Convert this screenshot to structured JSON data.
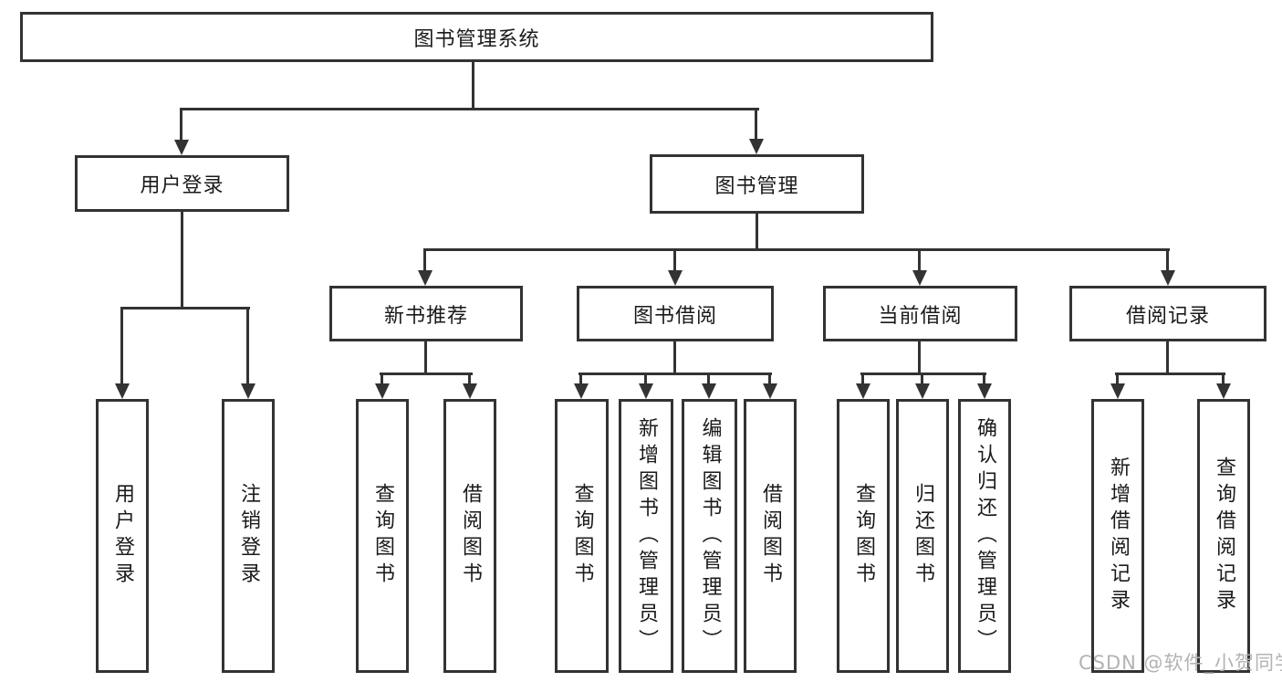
{
  "diagram": {
    "title": "图书管理系统",
    "watermark": "CSDN @软件_小贺同学",
    "colors": {
      "line": "#333333",
      "text": "#1a1a1a",
      "watermark": "#b3b3b3"
    },
    "nodes": {
      "root": {
        "label": "图书管理系统"
      },
      "user_login": {
        "label": "用户登录"
      },
      "book_mgmt": {
        "label": "图书管理"
      },
      "new_book_rec": {
        "label": "新书推荐"
      },
      "book_borrow": {
        "label": "图书借阅"
      },
      "current_borrow": {
        "label": "当前借阅"
      },
      "borrow_records": {
        "label": "借阅记录"
      },
      "user_login_action": {
        "label": "用户登录"
      },
      "logout": {
        "label": "注销登录"
      },
      "nb_query": {
        "label": "查询图书"
      },
      "nb_borrow": {
        "label": "借阅图书"
      },
      "bb_query": {
        "label": "查询图书"
      },
      "bb_add": {
        "label": "新增图书（管理员）"
      },
      "bb_edit": {
        "label": "编辑图书（管理员）"
      },
      "bb_borrow": {
        "label": "借阅图书"
      },
      "cb_query": {
        "label": "查询图书"
      },
      "cb_return": {
        "label": "归还图书"
      },
      "cb_confirm": {
        "label": "确认归还（管理员）"
      },
      "br_add": {
        "label": "新增借阅记录"
      },
      "br_query": {
        "label": "查询借阅记录"
      }
    }
  }
}
